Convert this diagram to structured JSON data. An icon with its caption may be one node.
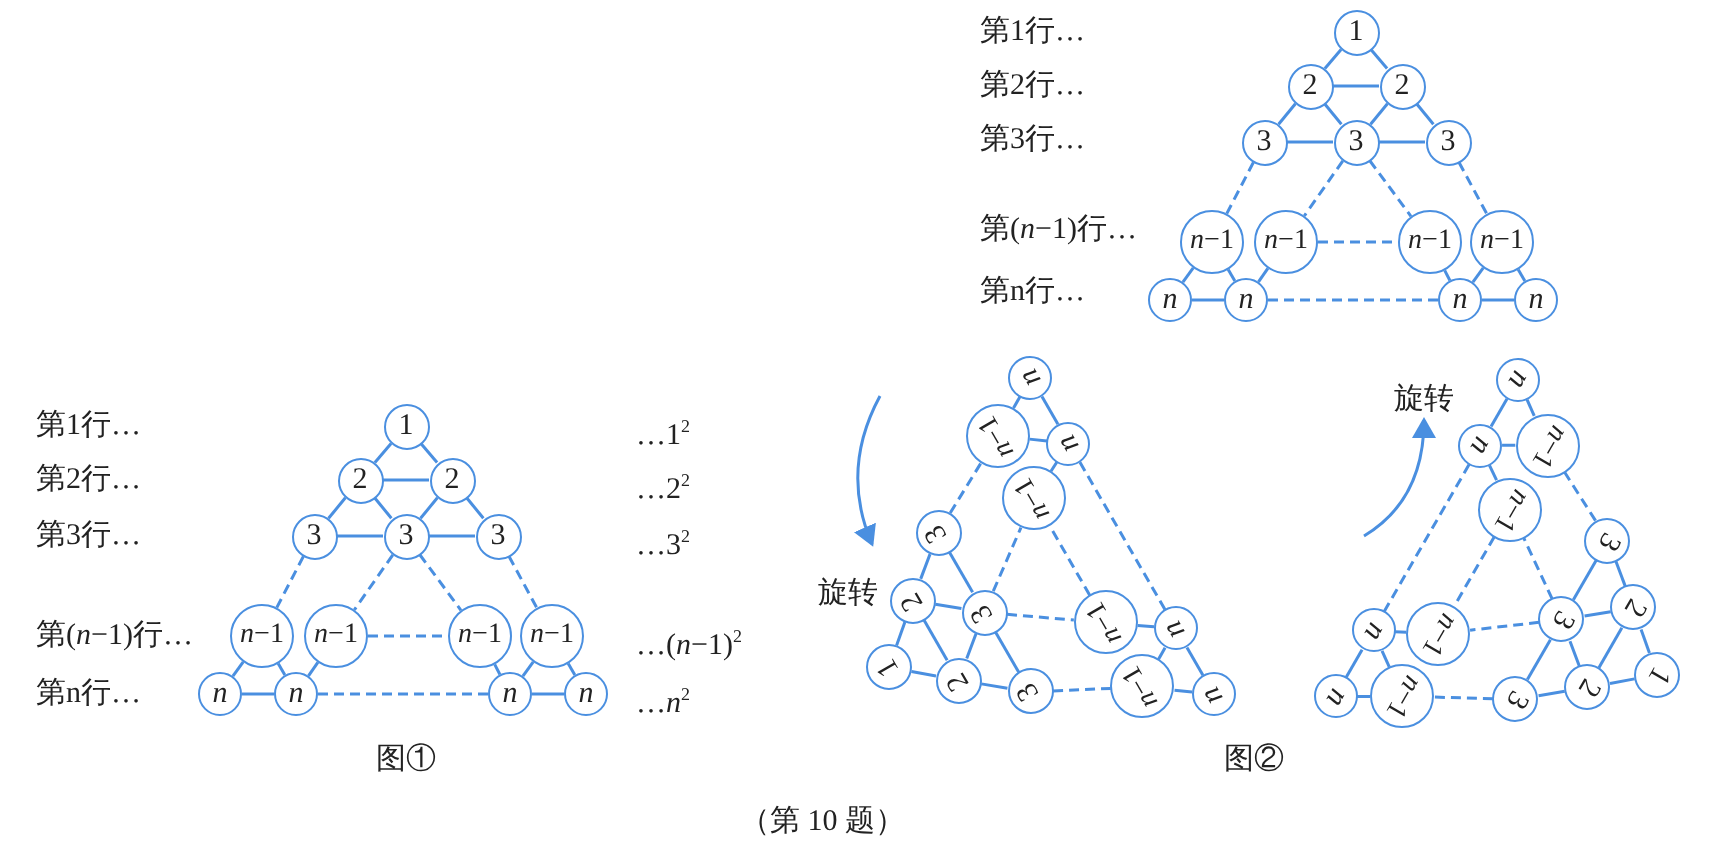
{
  "diagram": {
    "caption": "（第 10 题）",
    "nodes": [
      {
        "text": [
          "1"
        ]
      },
      {
        "text": [
          "2"
        ]
      },
      {
        "text": [
          "2"
        ]
      },
      {
        "text": [
          "3"
        ]
      },
      {
        "text": [
          "3"
        ]
      },
      {
        "text": [
          "3"
        ]
      },
      {
        "text": [
          "*n*−1"
        ]
      },
      {
        "text": [
          "*n*−1"
        ]
      },
      {
        "text": [
          "*n*−1"
        ]
      },
      {
        "text": [
          "*n*−1"
        ]
      },
      {
        "text": [
          "n"
        ]
      },
      {
        "text": [
          "n"
        ]
      },
      {
        "text": [
          "n"
        ]
      },
      {
        "text": [
          "n"
        ]
      },
      {
        "text": [
          "1"
        ]
      },
      {
        "text": [
          "2"
        ]
      },
      {
        "text": [
          "2"
        ]
      },
      {
        "text": [
          "3"
        ]
      },
      {
        "text": [
          "3"
        ]
      },
      {
        "text": [
          "3"
        ]
      },
      {
        "text": [
          "*n*−1"
        ]
      },
      {
        "text": [
          "*n*−1"
        ]
      },
      {
        "text": [
          "*n*−1"
        ]
      },
      {
        "text": [
          "*n*−1"
        ]
      },
      {
        "text": [
          "n"
        ]
      },
      {
        "text": [
          "n"
        ]
      },
      {
        "text": [
          "n"
        ]
      },
      {
        "text": [
          "n"
        ]
      },
      {
        "text": [
          "1"
        ]
      },
      {
        "text": [
          "2"
        ]
      },
      {
        "text": [
          "2"
        ]
      },
      {
        "text": [
          "3"
        ]
      },
      {
        "text": [
          "3"
        ]
      },
      {
        "text": [
          "3"
        ]
      },
      {
        "text": [
          "*n*−1"
        ]
      },
      {
        "text": [
          "*n*−1"
        ]
      },
      {
        "text": [
          "*n*−1"
        ]
      },
      {
        "text": [
          "*n*−1"
        ]
      },
      {
        "text": [
          "n"
        ]
      },
      {
        "text": [
          "n"
        ]
      },
      {
        "text": [
          "n"
        ]
      },
      {
        "text": [
          "n"
        ]
      },
      {
        "text": [
          "1"
        ]
      },
      {
        "text": [
          "2"
        ]
      },
      {
        "text": [
          "2"
        ]
      },
      {
        "text": [
          "3"
        ]
      },
      {
        "text": [
          "3"
        ]
      },
      {
        "text": [
          "3"
        ]
      },
      {
        "text": [
          "*n*−1"
        ]
      },
      {
        "text": [
          "*n*−1"
        ]
      },
      {
        "text": [
          "*n*−1"
        ]
      },
      {
        "text": [
          "*n*−1"
        ]
      },
      {
        "text": [
          "n"
        ]
      },
      {
        "text": [
          "n"
        ]
      },
      {
        "text": [
          "n"
        ]
      },
      {
        "text": [
          "n"
        ]
      }
    ],
    "edges": [
      {
        "from": 0,
        "to": 1,
        "arrow": "none"
      },
      {
        "from": 0,
        "to": 2,
        "arrow": "none"
      },
      {
        "from": 1,
        "to": 2,
        "arrow": "none"
      },
      {
        "from": 1,
        "to": 3,
        "arrow": "none"
      },
      {
        "from": 1,
        "to": 4,
        "arrow": "none"
      },
      {
        "from": 2,
        "to": 4,
        "arrow": "none"
      },
      {
        "from": 2,
        "to": 5,
        "arrow": "none"
      },
      {
        "from": 3,
        "to": 4,
        "arrow": "none"
      },
      {
        "from": 4,
        "to": 5,
        "arrow": "none"
      },
      {
        "from": 3,
        "to": 6,
        "arrow": "none",
        "style": "dashed"
      },
      {
        "from": 4,
        "to": 7,
        "arrow": "none",
        "style": "dashed"
      },
      {
        "from": 4,
        "to": 8,
        "arrow": "none",
        "style": "dashed"
      },
      {
        "from": 5,
        "to": 9,
        "arrow": "none",
        "style": "dashed"
      },
      {
        "from": 7,
        "to": 8,
        "arrow": "none",
        "style": "dashed"
      },
      {
        "from": 6,
        "to": 10,
        "arrow": "none"
      },
      {
        "from": 6,
        "to": 11,
        "arrow": "none"
      },
      {
        "from": 7,
        "to": 11,
        "arrow": "none"
      },
      {
        "from": 10,
        "to": 11,
        "arrow": "none"
      },
      {
        "from": 8,
        "to": 12,
        "arrow": "none"
      },
      {
        "from": 9,
        "to": 12,
        "arrow": "none"
      },
      {
        "from": 9,
        "to": 13,
        "arrow": "none"
      },
      {
        "from": 12,
        "to": 13,
        "arrow": "none"
      },
      {
        "from": 11,
        "to": 12,
        "arrow": "none",
        "style": "dashed"
      },
      {
        "from": 14,
        "to": 15,
        "arrow": "none"
      },
      {
        "from": 14,
        "to": 16,
        "arrow": "none"
      },
      {
        "from": 15,
        "to": 16,
        "arrow": "none"
      },
      {
        "from": 15,
        "to": 17,
        "arrow": "none"
      },
      {
        "from": 15,
        "to": 18,
        "arrow": "none"
      },
      {
        "from": 16,
        "to": 18,
        "arrow": "none"
      },
      {
        "from": 16,
        "to": 19,
        "arrow": "none"
      },
      {
        "from": 17,
        "to": 18,
        "arrow": "none"
      },
      {
        "from": 18,
        "to": 19,
        "arrow": "none"
      },
      {
        "from": 17,
        "to": 20,
        "arrow": "none",
        "style": "dashed"
      },
      {
        "from": 18,
        "to": 21,
        "arrow": "none",
        "style": "dashed"
      },
      {
        "from": 18,
        "to": 22,
        "arrow": "none",
        "style": "dashed"
      },
      {
        "from": 19,
        "to": 23,
        "arrow": "none",
        "style": "dashed"
      },
      {
        "from": 21,
        "to": 22,
        "arrow": "none",
        "style": "dashed"
      },
      {
        "from": 20,
        "to": 24,
        "arrow": "none"
      },
      {
        "from": 20,
        "to": 25,
        "arrow": "none"
      },
      {
        "from": 21,
        "to": 25,
        "arrow": "none"
      },
      {
        "from": 24,
        "to": 25,
        "arrow": "none"
      },
      {
        "from": 22,
        "to": 26,
        "arrow": "none"
      },
      {
        "from": 23,
        "to": 26,
        "arrow": "none"
      },
      {
        "from": 23,
        "to": 27,
        "arrow": "none"
      },
      {
        "from": 26,
        "to": 27,
        "arrow": "none"
      },
      {
        "from": 25,
        "to": 26,
        "arrow": "none",
        "style": "dashed"
      },
      {
        "from": 28,
        "to": 29,
        "arrow": "none"
      },
      {
        "from": 28,
        "to": 30,
        "arrow": "none"
      },
      {
        "from": 29,
        "to": 30,
        "arrow": "none"
      },
      {
        "from": 29,
        "to": 31,
        "arrow": "none"
      },
      {
        "from": 29,
        "to": 32,
        "arrow": "none"
      },
      {
        "from": 30,
        "to": 32,
        "arrow": "none"
      },
      {
        "from": 30,
        "to": 33,
        "arrow": "none"
      },
      {
        "from": 31,
        "to": 32,
        "arrow": "none"
      },
      {
        "from": 32,
        "to": 33,
        "arrow": "none"
      },
      {
        "from": 31,
        "to": 34,
        "arrow": "none",
        "style": "dashed"
      },
      {
        "from": 32,
        "to": 35,
        "arrow": "none",
        "style": "dashed"
      },
      {
        "from": 32,
        "to": 36,
        "arrow": "none",
        "style": "dashed"
      },
      {
        "from": 33,
        "to": 37,
        "arrow": "none",
        "style": "dashed"
      },
      {
        "from": 35,
        "to": 36,
        "arrow": "none",
        "style": "dashed"
      },
      {
        "from": 34,
        "to": 38,
        "arrow": "none"
      },
      {
        "from": 34,
        "to": 39,
        "arrow": "none"
      },
      {
        "from": 35,
        "to": 39,
        "arrow": "none"
      },
      {
        "from": 38,
        "to": 39,
        "arrow": "none"
      },
      {
        "from": 36,
        "to": 40,
        "arrow": "none"
      },
      {
        "from": 37,
        "to": 40,
        "arrow": "none"
      },
      {
        "from": 37,
        "to": 41,
        "arrow": "none"
      },
      {
        "from": 40,
        "to": 41,
        "arrow": "none"
      },
      {
        "from": 39,
        "to": 40,
        "arrow": "none",
        "style": "dashed"
      },
      {
        "from": 42,
        "to": 43,
        "arrow": "none"
      },
      {
        "from": 42,
        "to": 44,
        "arrow": "none"
      },
      {
        "from": 43,
        "to": 44,
        "arrow": "none"
      },
      {
        "from": 43,
        "to": 45,
        "arrow": "none"
      },
      {
        "from": 43,
        "to": 46,
        "arrow": "none"
      },
      {
        "from": 44,
        "to": 46,
        "arrow": "none"
      },
      {
        "from": 44,
        "to": 47,
        "arrow": "none"
      },
      {
        "from": 45,
        "to": 46,
        "arrow": "none"
      },
      {
        "from": 46,
        "to": 47,
        "arrow": "none"
      },
      {
        "from": 45,
        "to": 48,
        "arrow": "none",
        "style": "dashed"
      },
      {
        "from": 46,
        "to": 49,
        "arrow": "none",
        "style": "dashed"
      },
      {
        "from": 46,
        "to": 50,
        "arrow": "none",
        "style": "dashed"
      },
      {
        "from": 47,
        "to": 51,
        "arrow": "none",
        "style": "dashed"
      },
      {
        "from": 49,
        "to": 50,
        "arrow": "none",
        "style": "dashed"
      },
      {
        "from": 48,
        "to": 52,
        "arrow": "none"
      },
      {
        "from": 48,
        "to": 53,
        "arrow": "none"
      },
      {
        "from": 49,
        "to": 53,
        "arrow": "none"
      },
      {
        "from": 52,
        "to": 53,
        "arrow": "none"
      },
      {
        "from": 50,
        "to": 54,
        "arrow": "none"
      },
      {
        "from": 51,
        "to": 54,
        "arrow": "none"
      },
      {
        "from": 51,
        "to": 55,
        "arrow": "none"
      },
      {
        "from": 54,
        "to": 55,
        "arrow": "none"
      },
      {
        "from": 53,
        "to": 54,
        "arrow": "none",
        "style": "dashed"
      }
    ],
    "labels": [
      "第1行…",
      "第2行…",
      "第3行…",
      "第(*n*−1)行…",
      "第n行…",
      "第1行…",
      "…1$^{2}$",
      "第2行…",
      "…2$^{2}$",
      "第3行…",
      "…3$^{2}$",
      "第(*n*−1)行…",
      "…(*n*−1)$^{2}$",
      "第n行…",
      "…*n*$^{2}$",
      "旋转",
      "旋转",
      "图①",
      "图②"
    ]
  }
}
